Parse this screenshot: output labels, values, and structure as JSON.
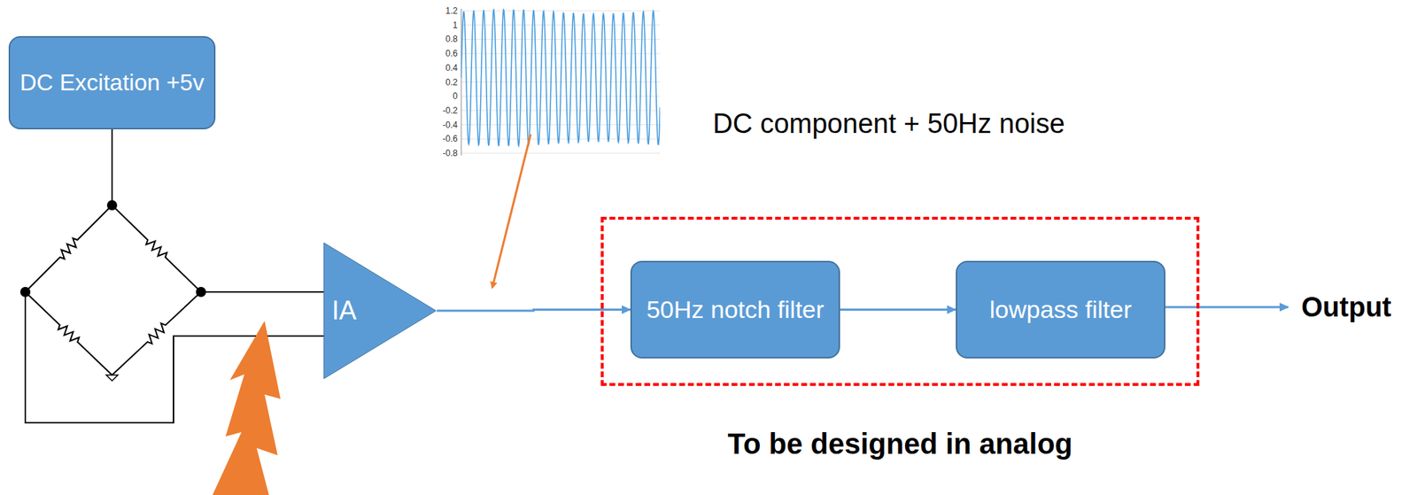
{
  "diagram": {
    "nodes": [
      {
        "text": [
          "DC Excitation +5v"
        ]
      },
      {
        "text": [
          "IA"
        ]
      },
      {
        "text": [
          "To be designed in analog"
        ]
      },
      {
        "text": [
          "50Hz notch filter"
        ],
        "in": 2
      },
      {
        "text": [
          "lowpass filter"
        ],
        "in": 2
      }
    ],
    "edges": [
      {
        "from": 1,
        "to": 3,
        "arrow": "to"
      },
      {
        "from": 3,
        "to": 4,
        "arrow": "to"
      }
    ],
    "labels": [
      "1.2",
      "1",
      "0.8",
      "0.6",
      "0.4",
      "0.2",
      "0",
      "-0.2",
      "-0.4",
      "-0.6",
      "-0.8",
      "DC component + 50Hz noise",
      "Output"
    ]
  }
}
